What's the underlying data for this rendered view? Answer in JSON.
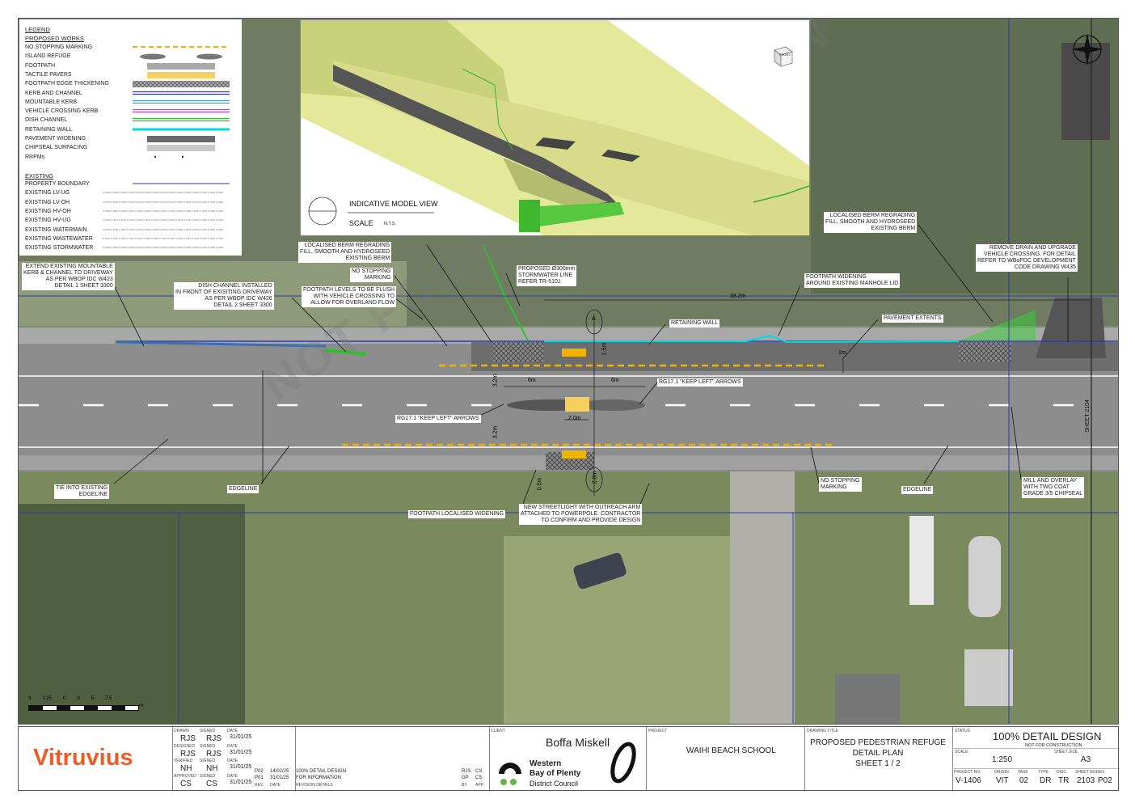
{
  "legend": {
    "title": "LEGEND",
    "proposed_header": "PROPOSED WORKS",
    "proposed": [
      {
        "label": "NO STOPPING MARKING",
        "sym": "dash",
        "color": "#f0b400"
      },
      {
        "label": "ISLAND REFUGE",
        "sym": "island",
        "color": "#777777"
      },
      {
        "label": "FOOTPATH",
        "sym": "bar",
        "color": "#a9a9a9"
      },
      {
        "label": "TACTILE PAVERS",
        "sym": "bar",
        "color": "#f5d060"
      },
      {
        "label": "FOOTPATH EDGE THICKENING",
        "sym": "hatch",
        "color": "#777777"
      },
      {
        "label": "KERB AND CHANNEL",
        "sym": "double",
        "color": "#2b3fa8"
      },
      {
        "label": "MOUNTABLE KERB",
        "sym": "double",
        "color": "#3aa0e0"
      },
      {
        "label": "VEHICLE CROSSING KERB",
        "sym": "double",
        "color": "#c040c0"
      },
      {
        "label": "DISH CHANNEL",
        "sym": "double",
        "color": "#30c030"
      },
      {
        "label": "RETAINING WALL",
        "sym": "thick",
        "color": "#00d8e8"
      },
      {
        "label": "PAVEMENT WIDENING",
        "sym": "bar",
        "color": "#6a6a6a"
      },
      {
        "label": "CHIPSEAL SURFACING",
        "sym": "bar",
        "color": "#c8c8c8"
      },
      {
        "label": "RRPMs",
        "sym": "dots",
        "color": "#333333"
      }
    ],
    "existing_header": "EXISTING",
    "existing": [
      {
        "label": "PROPERTY BOUNDARY",
        "sym": "line",
        "color": "#2b3fa8"
      },
      {
        "label": "EXISTING LV-UG",
        "sym": "dotline",
        "color": "#999999"
      },
      {
        "label": "EXISTING LV-OH",
        "sym": "dotline",
        "color": "#999999"
      },
      {
        "label": "EXISTING HV-OH",
        "sym": "dotline",
        "color": "#999999"
      },
      {
        "label": "EXISTING HV-UG",
        "sym": "dotline",
        "color": "#999999"
      },
      {
        "label": "EXISTING WATERMAIN",
        "sym": "dotline",
        "color": "#999999"
      },
      {
        "label": "EXISTING WASTEWATER",
        "sym": "dotline",
        "color": "#999999"
      },
      {
        "label": "EXISTING STORMWATER",
        "sym": "dotline",
        "color": "#999999"
      }
    ]
  },
  "model_view": {
    "title": "INDICATIVE MODEL VIEW",
    "scale_label": "SCALE",
    "scale_value": "N.T.S.",
    "cube_label": "FRONT"
  },
  "annotations": {
    "a1": "EXTEND EXISTING MOUNTABLE\nKERB & CHANNEL TO DRIVEWAY\nAS PER WBOP IDC W423\nDETAIL 1 SHEET 3300",
    "a2": "DISH CHANNEL INSTALLED\nIN FRONT OF EXISITING DRIVEWAY\nAS PER WBOP IDC W426\nDETAIL 2 SHEET 3300",
    "a3": "LOCALISED BERM REGRADING\nFILL, SMOOTH AND HYDROSEED\nEXISTING BERM",
    "a4": "NO STOPPING\nMARKING",
    "a5": "FOOTPATH LEVELS TO BE FLUSH\nWITH VEHICLE CROSSING TO\nALLOW FOR OVERLAND FLOW",
    "a6": "PROPOSED Ø300mm\nSTORMWATER LINE\nREFER TR-5101",
    "a7": "FOOTPATH WIDENING\nAROUND EXISTING MANHOLE LID",
    "a8": "LOCALISED BERM REGRADING\nFILL, SMOOTH AND HYDROSEED\nEXISTING BERM",
    "a9": "REMOVE DRAIN AND UPGRADE\nVEHICLE CROSSING. FOR DETAIL\nREFER TO WBoPDC DEVELOPMENT\nCODE DRAWING W435",
    "a10": "RETAINING WALL",
    "a11": "PAVEMENT EXTENTS",
    "a12": "RG17.1 \"KEEP LEFT\" ARROWS",
    "a13": "RG17.1 \"KEEP LEFT\" ARROWS",
    "a14": "TIE INTO EXISTING\nEDGELINE",
    "a15": "EDGELINE",
    "a16": "FOOTPATH LOCALISED WIDENING",
    "a17": "NEW STREETLIGHT WITH OUTREACH ARM\nATTACHED TO POWERPOLE. CONTRACTOR\nTO CONFIRM AND PROVIDE DESIGN",
    "a18": "NO STOPPING\nMARKING",
    "a19": "EDGELINE",
    "a20": "MILL AND OVERLAY\nWITH TWO COAT\nGRADE 3/5 CHIPSEAL",
    "sheet_ref": "SHEET 2104"
  },
  "dimensions": {
    "d_38": "38.2m",
    "d_6a": "6m",
    "d_6b": "6m",
    "d_20": "2.0m",
    "d_15": "1.5m",
    "d_32a": "3.2m",
    "d_32b": "3.2m",
    "d_1": "1m",
    "d_05": "0.5m",
    "d_20b": "2.0m",
    "marker_a": "A"
  },
  "watermark": "NOT FOR CONSTRUCTION",
  "scalebar": {
    "ticks": [
      "3",
      "1.25",
      "0",
      "3",
      "5",
      "7.5"
    ],
    "unit": "m"
  },
  "titleblock": {
    "company": "Vitruvius",
    "client_label": "CLIENT",
    "client1": "Boffa Miskell",
    "client2_line1": "Western",
    "client2_line2": "Bay of Plenty",
    "client2_line3": "District Council",
    "project_label": "PROJECT",
    "project": "WAIHI BEACH SCHOOL",
    "drawing_title_label": "DRAWING TITLE",
    "title1": "PROPOSED PEDESTRIAN REFUGE",
    "title2": "DETAIL PLAN",
    "title3": "SHEET 1 / 2",
    "status_label": "STATUS",
    "status": "100% DETAIL DESIGN",
    "status_note": "NOT FOR CONSTRUCTION",
    "scale_label": "SCALE",
    "scale": "1:250",
    "size_label": "SHEET SIZE",
    "size": "A3",
    "codes_labels": [
      "PROJECT NO.",
      "ORIGIN.",
      "TASK",
      "TYPE",
      "DISC.",
      "SHEET NO.",
      "REV."
    ],
    "codes": [
      "V-1406",
      "VIT",
      "02",
      "DR",
      "TR",
      "2103",
      "P02"
    ],
    "people": [
      {
        "role": "DRAWN",
        "init": "RJS",
        "signed": "RJS",
        "date": "31/01/25"
      },
      {
        "role": "DESIGNED",
        "init": "RJS",
        "signed": "RJS",
        "date": "31/01/25"
      },
      {
        "role": "VERIFIED",
        "init": "NH",
        "signed": "NH",
        "date": "31/01/25"
      },
      {
        "role": "APPROVED",
        "init": "CS",
        "signed": "CS",
        "date": "31/01/25"
      }
    ],
    "signed_label": "SIGNED",
    "date_label": "DATE",
    "revisions": [
      {
        "rev": "P02",
        "date": "14/02/25",
        "details": "100% DETAIL DESIGN",
        "by": "RJS",
        "app": "CS"
      },
      {
        "rev": "P01",
        "date": "31/01/25",
        "details": "FOR INFORMATION",
        "by": "GP",
        "app": "CS"
      }
    ],
    "rev_headers": [
      "REV.",
      "DATE",
      "REVISION DETAILS",
      "BY",
      "APP."
    ]
  }
}
